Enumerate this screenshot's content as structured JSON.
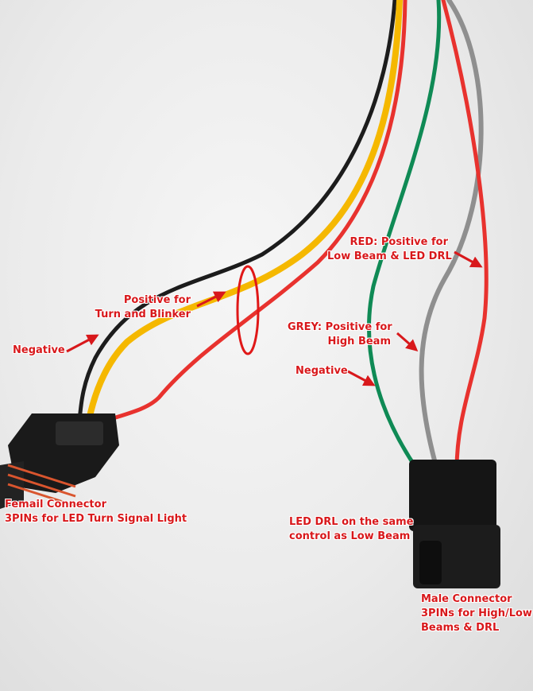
{
  "labels": {
    "positive_turn": [
      "Positive for",
      "Turn and Blinker"
    ],
    "negative_left": "Negative",
    "female_connector": [
      "Femail Connector",
      "3PINs for LED Turn Signal Light"
    ],
    "red_wire": [
      "RED: Positive for",
      "Low Beam & LED DRL"
    ],
    "grey_wire": [
      "GREY: Positive for",
      "High Beam"
    ],
    "negative_right": "Negative",
    "drl_note": [
      "LED DRL on the same",
      "control as Low Beam"
    ],
    "male_connector": [
      "Male Connector",
      "3PINs for High/Low",
      "Beams & DRL"
    ]
  },
  "colors": {
    "label": "#d8181b",
    "wire_black": "#1c1c1c",
    "wire_yellow": "#f5b800",
    "wire_red": "#e8322e",
    "wire_green": "#0f8a55",
    "wire_grey": "#8f8f8f",
    "connector_seal": "#d9552e"
  }
}
